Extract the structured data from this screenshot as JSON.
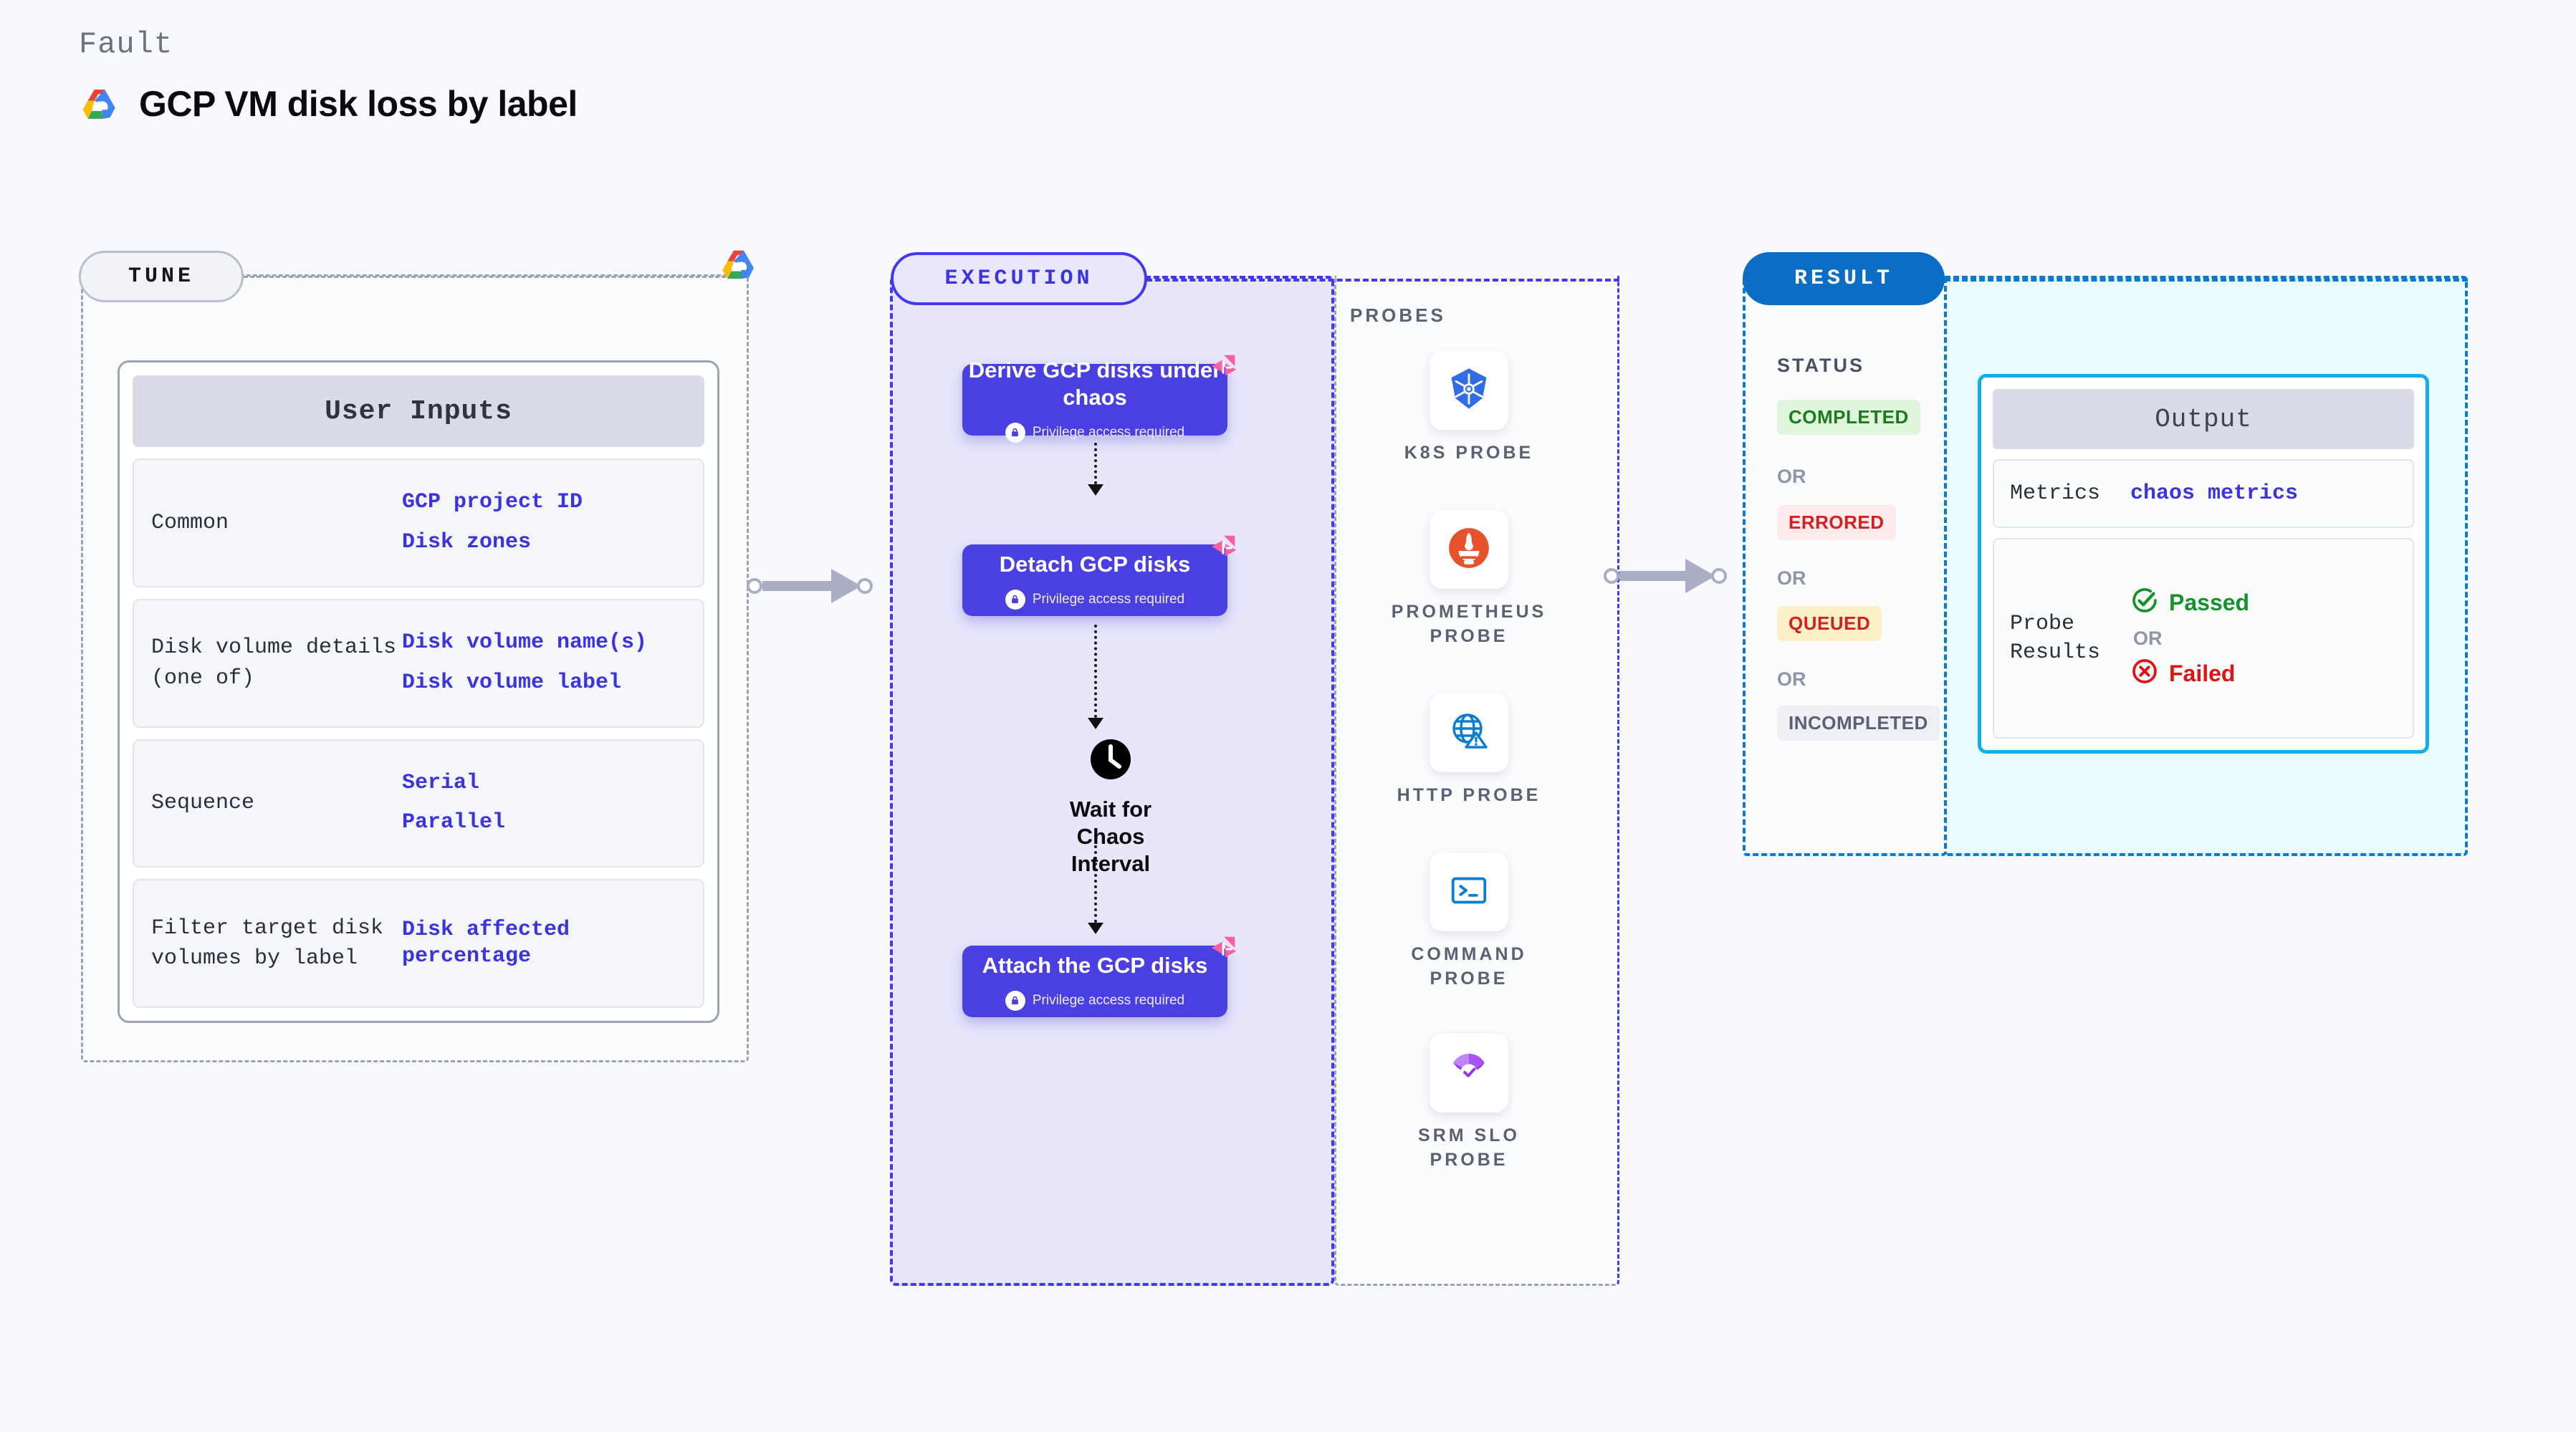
{
  "header": {
    "eyebrow": "Fault",
    "title": "GCP VM disk loss by label",
    "logo_icon": "gcp-cloud-icon"
  },
  "tune": {
    "badge": "TUNE",
    "logo_icon": "gcp-cloud-icon",
    "card_title": "User Inputs",
    "rows": [
      {
        "key": "Common",
        "values": [
          "GCP project ID",
          "Disk zones"
        ]
      },
      {
        "key": "Disk volume details (one of)",
        "values": [
          "Disk volume name(s)",
          "Disk volume label"
        ]
      },
      {
        "key": "Sequence",
        "values": [
          "Serial",
          "Parallel"
        ]
      },
      {
        "key": "Filter target disk volumes by label",
        "values": [
          "Disk affected percentage"
        ]
      }
    ]
  },
  "execution": {
    "badge": "EXECUTION",
    "privilege_note": "Privilege access required",
    "nodes": [
      {
        "title": "Derive GCP disks under chaos",
        "privileged": true,
        "ribbon": "litmus-chaos-icon"
      },
      {
        "title": "Detach GCP disks",
        "privileged": true,
        "ribbon": "litmus-chaos-icon"
      },
      {
        "title": "Attach the GCP disks",
        "privileged": true,
        "ribbon": "litmus-chaos-icon"
      }
    ],
    "wait": {
      "label": "Wait for Chaos Interval",
      "icon": "clock-icon"
    }
  },
  "probes": {
    "title": "PROBES",
    "items": [
      {
        "label": "K8S PROBE",
        "icon": "kubernetes-icon"
      },
      {
        "label": "PROMETHEUS PROBE",
        "icon": "prometheus-icon"
      },
      {
        "label": "HTTP PROBE",
        "icon": "http-globe-icon"
      },
      {
        "label": "COMMAND PROBE",
        "icon": "terminal-icon"
      },
      {
        "label": "SRM SLO PROBE",
        "icon": "srm-slo-icon"
      }
    ]
  },
  "result": {
    "badge": "RESULT",
    "status_title": "STATUS",
    "or_label": "OR",
    "statuses": [
      {
        "label": "COMPLETED",
        "bg": "#dff5dd",
        "fg": "#1d7a1d"
      },
      {
        "label": "ERRORED",
        "bg": "#fdeaea",
        "fg": "#cf2222"
      },
      {
        "label": "QUEUED",
        "bg": "#fdf0c9",
        "fg": "#cf2222"
      },
      {
        "label": "INCOMPLETED",
        "bg": "#eef0f6",
        "fg": "#5b6072"
      }
    ],
    "output": {
      "title": "Output",
      "metrics_key": "Metrics",
      "metrics_value": "chaos metrics",
      "probe_key": "Probe Results",
      "passed": "Passed",
      "failed": "Failed",
      "or_label": "OR",
      "passed_color": "#17912a",
      "failed_color": "#e11414"
    }
  },
  "colors": {
    "page_bg": "#f7f9fc",
    "execution_accent": "#4338ef",
    "execution_fill": "#e7e6fb",
    "node_fill": "#4a3fe0",
    "result_accent": "#0b79d0",
    "output_accent": "#11b0e8",
    "output_fill": "#e9fbfd",
    "tune_border": "#9aa3b2",
    "link_blue": "#3b33dd",
    "ribbon_pink": "#f8609f"
  }
}
